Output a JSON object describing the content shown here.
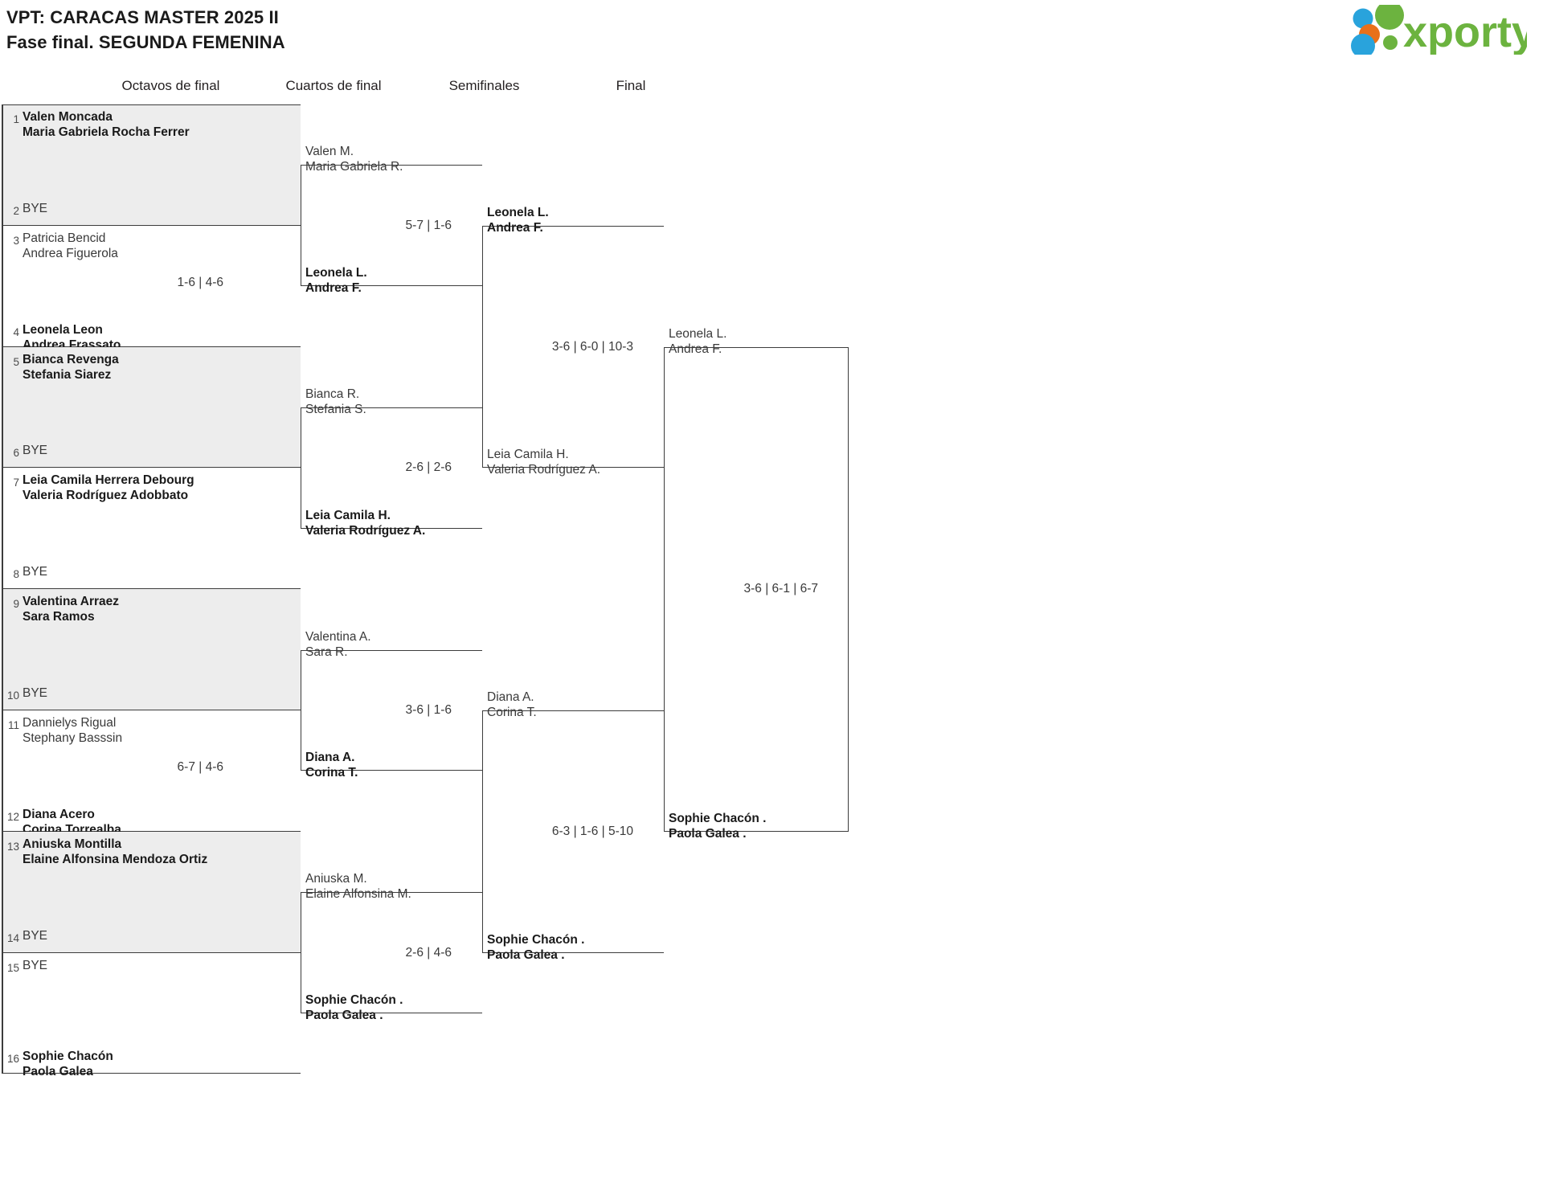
{
  "header": {
    "title_line1": "VPT: CARACAS MASTER 2025 II",
    "title_line2": "Fase final. SEGUNDA FEMENINA",
    "logo_text": "xporty",
    "logo_colors": {
      "green": "#6cb33f",
      "blue": "#29a3dc",
      "orange": "#e8701a"
    }
  },
  "rounds": [
    {
      "label": "Octavos de final"
    },
    {
      "label": "Cuartos de final"
    },
    {
      "label": "Semifinales"
    },
    {
      "label": "Final"
    }
  ],
  "round1": {
    "matches": [
      {
        "score": "",
        "shade": true,
        "top": {
          "seed": "1",
          "p1": "Valen Moncada",
          "p2": "Maria Gabriela Rocha Ferrer",
          "winner": true
        },
        "bottom": {
          "seed": "2",
          "p1": "BYE",
          "p2": "",
          "winner": false
        }
      },
      {
        "score": "1-6 | 4-6",
        "shade": false,
        "top": {
          "seed": "3",
          "p1": "Patricia Bencid",
          "p2": "Andrea Figuerola",
          "winner": false
        },
        "bottom": {
          "seed": "4",
          "p1": "Leonela Leon",
          "p2": "Andrea Frassato",
          "winner": true
        }
      },
      {
        "score": "",
        "shade": true,
        "top": {
          "seed": "5",
          "p1": "Bianca Revenga",
          "p2": "Stefania Siarez",
          "winner": true
        },
        "bottom": {
          "seed": "6",
          "p1": "BYE",
          "p2": "",
          "winner": false
        }
      },
      {
        "score": "",
        "shade": false,
        "top": {
          "seed": "7",
          "p1": "Leia Camila Herrera Debourg",
          "p2": "Valeria Rodríguez Adobbato",
          "winner": true
        },
        "bottom": {
          "seed": "8",
          "p1": "BYE",
          "p2": "",
          "winner": false
        }
      },
      {
        "score": "",
        "shade": true,
        "top": {
          "seed": "9",
          "p1": "Valentina Arraez",
          "p2": "Sara Ramos",
          "winner": true
        },
        "bottom": {
          "seed": "10",
          "p1": "BYE",
          "p2": "",
          "winner": false
        }
      },
      {
        "score": "6-7 | 4-6",
        "shade": false,
        "top": {
          "seed": "11",
          "p1": "Dannielys Rigual",
          "p2": "Stephany Basssin",
          "winner": false
        },
        "bottom": {
          "seed": "12",
          "p1": "Diana Acero",
          "p2": "Corina Torrealba",
          "winner": true
        }
      },
      {
        "score": "",
        "shade": true,
        "top": {
          "seed": "13",
          "p1": "Aniuska Montilla",
          "p2": "Elaine Alfonsina Mendoza Ortiz",
          "winner": true
        },
        "bottom": {
          "seed": "14",
          "p1": "BYE",
          "p2": "",
          "winner": false
        }
      },
      {
        "score": "",
        "shade": false,
        "top": {
          "seed": "15",
          "p1": "BYE",
          "p2": "",
          "winner": false
        },
        "bottom": {
          "seed": "16",
          "p1": "Sophie Chacón",
          "p2": "Paola Galea",
          "winner": true
        }
      }
    ]
  },
  "round2": {
    "matches": [
      {
        "score": "5-7 | 1-6",
        "top": {
          "p1": "Valen M.",
          "p2": "Maria Gabriela R.",
          "winner": false
        },
        "bottom": {
          "p1": "Leonela L.",
          "p2": "Andrea F.",
          "winner": true
        }
      },
      {
        "score": "2-6 | 2-6",
        "top": {
          "p1": "Bianca R.",
          "p2": "Stefania S.",
          "winner": false
        },
        "bottom": {
          "p1": "Leia Camila H.",
          "p2": "Valeria Rodríguez A.",
          "winner": true
        }
      },
      {
        "score": "3-6 | 1-6",
        "top": {
          "p1": "Valentina A.",
          "p2": "Sara R.",
          "winner": false
        },
        "bottom": {
          "p1": "Diana A.",
          "p2": "Corina T.",
          "winner": true
        }
      },
      {
        "score": "2-6 | 4-6",
        "top": {
          "p1": "Aniuska M.",
          "p2": "Elaine Alfonsina M.",
          "winner": false
        },
        "bottom": {
          "p1": "Sophie Chacón .",
          "p2": "Paola Galea .",
          "winner": true
        }
      }
    ]
  },
  "round3": {
    "matches": [
      {
        "score": "3-6 | 6-0 | 10-3",
        "top": {
          "p1": "Leonela L.",
          "p2": "Andrea F.",
          "winner": true
        },
        "bottom": {
          "p1": "Leia Camila H.",
          "p2": "Valeria Rodríguez A.",
          "winner": false
        }
      },
      {
        "score": "6-3 | 1-6 | 5-10",
        "top": {
          "p1": "Diana A.",
          "p2": "Corina T.",
          "winner": false
        },
        "bottom": {
          "p1": "Sophie Chacón .",
          "p2": "Paola Galea .",
          "winner": true
        }
      }
    ]
  },
  "round4": {
    "matches": [
      {
        "score": "3-6 | 6-1 | 6-7",
        "top": {
          "p1": "Leonela L.",
          "p2": "Andrea F.",
          "winner": false
        },
        "bottom": {
          "p1": "Sophie Chacón .",
          "p2": "Paola Galea .",
          "winner": true
        }
      }
    ]
  }
}
